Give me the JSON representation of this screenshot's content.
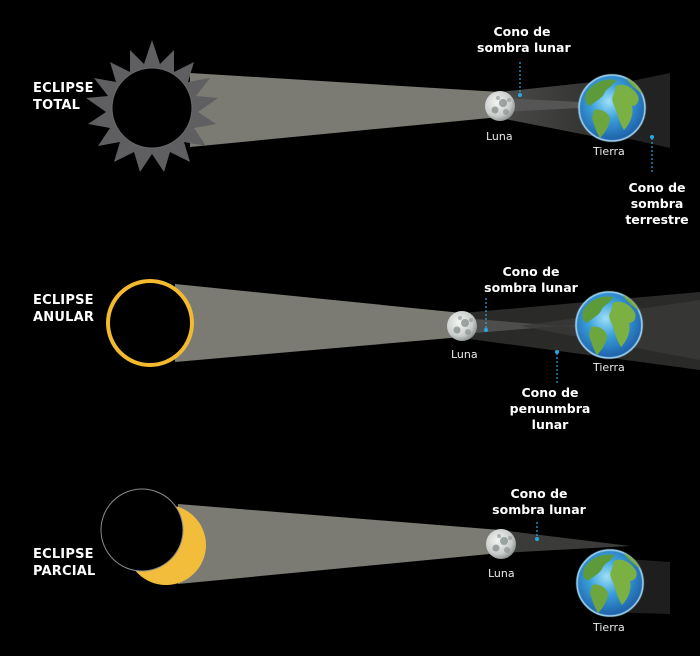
{
  "colors": {
    "background": "#000000",
    "beam": "#7b7b74",
    "sun_corona": "#5f5f62",
    "annular_ring": "#f3b92f",
    "partial_crescent": "#f3bd3c",
    "pointer": "#29a8e0"
  },
  "panels": [
    {
      "id": "total",
      "title_lines": [
        "ECLIPSE",
        "TOTAL"
      ],
      "moon_label": "Luna",
      "earth_label": "Tierra",
      "annotations": [
        {
          "lines": [
            "Cono de",
            "sombra lunar"
          ]
        },
        {
          "lines": [
            "Cono de",
            "sombra",
            "terrestre"
          ]
        }
      ]
    },
    {
      "id": "annular",
      "title_lines": [
        "ECLIPSE",
        "ANULAR"
      ],
      "moon_label": "Luna",
      "earth_label": "Tierra",
      "annotations": [
        {
          "lines": [
            "Cono de",
            "sombra lunar"
          ]
        },
        {
          "lines": [
            "Cono de",
            "penunmbra",
            "lunar"
          ]
        }
      ]
    },
    {
      "id": "partial",
      "title_lines": [
        "ECLIPSE",
        "PARCIAL"
      ],
      "moon_label": "Luna",
      "earth_label": "Tierra",
      "annotations": [
        {
          "lines": [
            "Cono de",
            "sombra lunar"
          ]
        }
      ]
    }
  ]
}
